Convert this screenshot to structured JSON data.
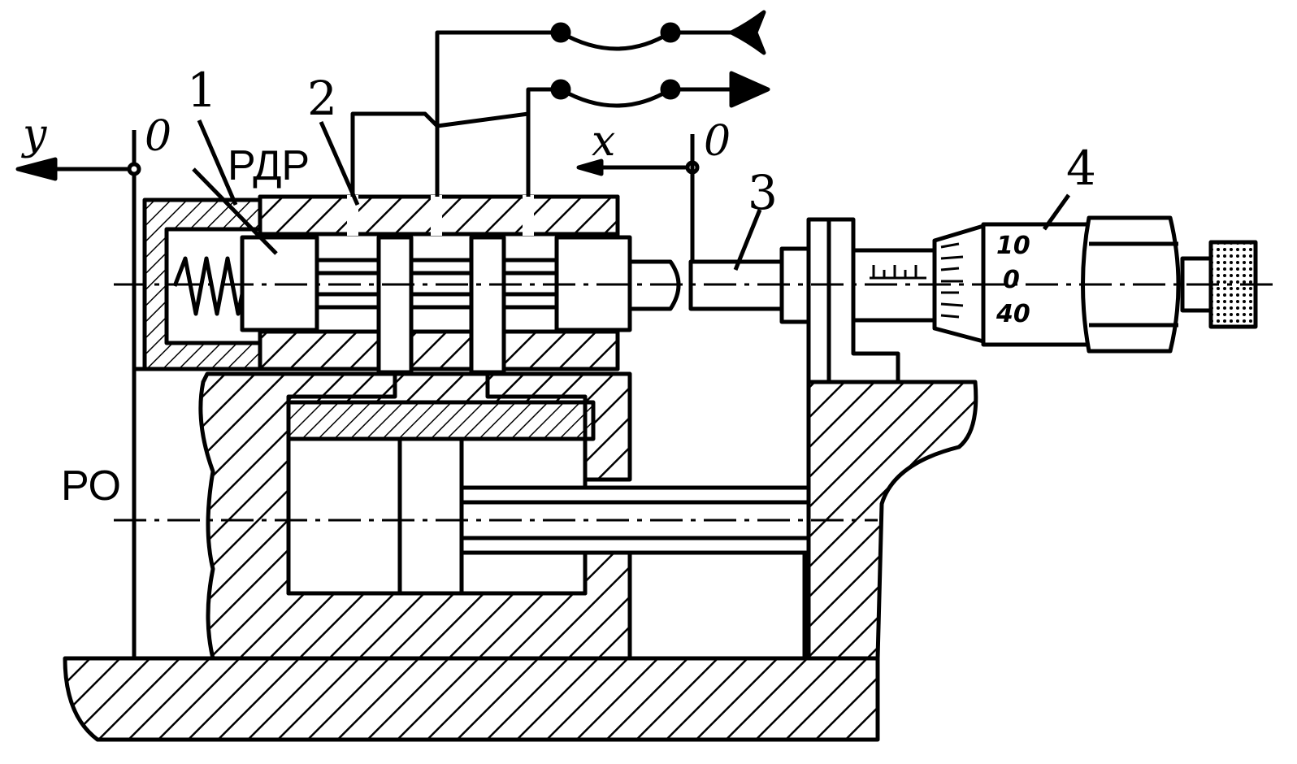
{
  "labels": {
    "part_1": "1",
    "part_2": "2",
    "part_3": "3",
    "part_4": "4",
    "rdr": "РДР",
    "ro": "РО",
    "axis_y": "y",
    "axis_y_origin": "0",
    "axis_x": "x",
    "axis_x_origin": "0"
  },
  "micrometer_scale": {
    "top": "10",
    "middle": "0",
    "bottom": "40"
  },
  "colors": {
    "ink": "#000000",
    "paper": "#ffffff"
  }
}
